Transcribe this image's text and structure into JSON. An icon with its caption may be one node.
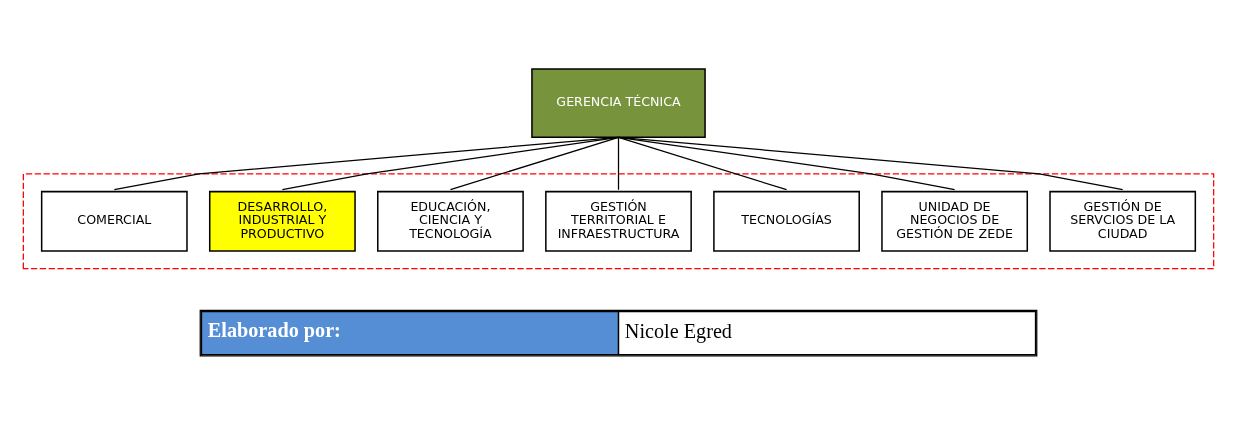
{
  "diagram": {
    "nodes": [
      {
        "text": [
          "GERENCIA TÉCNICA"
        ]
      },
      {
        "text": [],
        "shape": "box"
      },
      {
        "text": [
          "GESTIÓN DE SERVCIOS DE LA CIUDAD"
        ],
        "in": 1
      },
      {
        "text": [
          "UNIDAD DE NEGOCIOS DE GESTIÓN DE ZEDE"
        ],
        "in": 1
      },
      {
        "text": [
          "TECNOLOGÍAS"
        ],
        "in": 1
      },
      {
        "text": [
          "GESTIÓN TERRITORIAL E INFRAESTRUCTURA"
        ],
        "in": 1
      },
      {
        "text": [
          "EDUCACIÓN, CIENCIA Y TECNOLOGÍA"
        ],
        "in": 1
      },
      {
        "text": [
          "DESARROLLO, INDUSTRIAL Y PRODUCTIVO"
        ],
        "in": 1
      },
      {
        "text": [
          "COMERCIAL"
        ],
        "in": 1
      }
    ],
    "edges": [
      {
        "from": 0,
        "to": 2,
        "arrow": "none"
      },
      {
        "from": 0,
        "to": 3,
        "arrow": "none"
      },
      {
        "from": 0,
        "to": 4,
        "arrow": "none"
      },
      {
        "from": 0,
        "to": 5,
        "arrow": "none"
      },
      {
        "from": 0,
        "to": 6,
        "arrow": "none"
      },
      {
        "from": 0,
        "to": 7,
        "arrow": "none"
      },
      {
        "from": 0,
        "to": 8,
        "arrow": "none"
      }
    ],
    "labels": [
      "Elaborado por:",
      "Nicole Egred"
    ]
  }
}
